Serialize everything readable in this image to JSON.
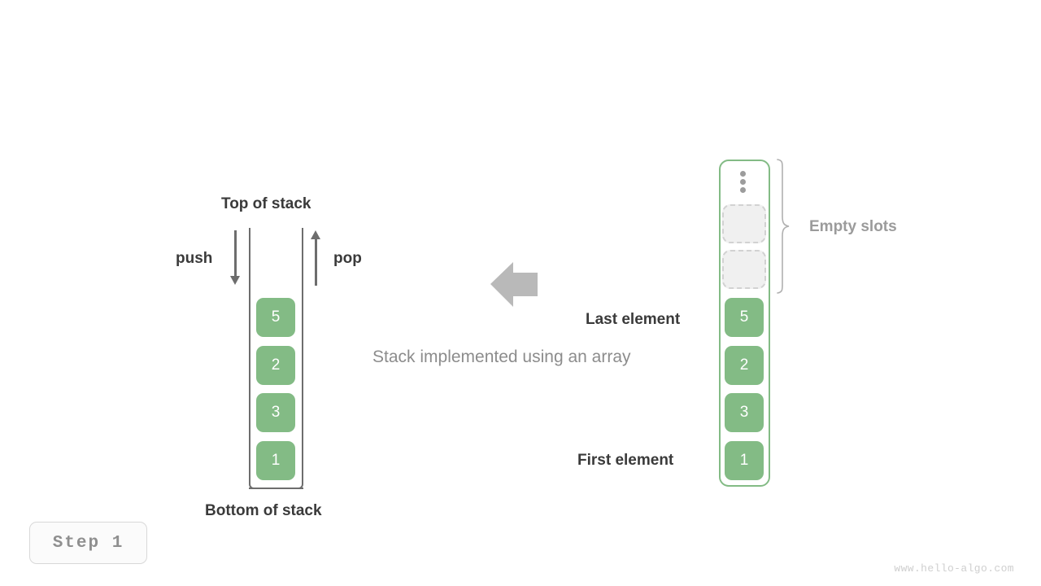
{
  "diagram": {
    "caption": "Stack implemented using an array",
    "transform_arrow_icon": "arrow-left-icon"
  },
  "stack": {
    "top_label": "Top of stack",
    "bottom_label": "Bottom of stack",
    "push_label": "push",
    "pop_label": "pop",
    "items": [
      {
        "value": "5"
      },
      {
        "value": "2"
      },
      {
        "value": "3"
      },
      {
        "value": "1"
      }
    ]
  },
  "array": {
    "ellipsis_icon": "vertical-ellipsis-icon",
    "empty_slots_label": "Empty slots",
    "brace_icon": "curly-brace-icon",
    "last_element_label": "Last element",
    "first_element_label": "First element",
    "empty_slots": [
      {
        "value": ""
      },
      {
        "value": ""
      }
    ],
    "items": [
      {
        "value": "5"
      },
      {
        "value": "2"
      },
      {
        "value": "3"
      },
      {
        "value": "1"
      }
    ]
  },
  "footer": {
    "step_label": "Step 1",
    "watermark": "www.hello-algo.com"
  },
  "colors": {
    "element_green": "#83bb85",
    "container_green": "#83bb85",
    "empty_slot_fill": "#f0f0f0",
    "empty_slot_border": "#d2d2d2",
    "label_dark": "#3a3a3a",
    "label_gray": "#9b9b9b",
    "caption_gray": "#8c8c8c",
    "arrow_gray": "#b9b9b9",
    "stack_wall": "#6d6d6d"
  }
}
